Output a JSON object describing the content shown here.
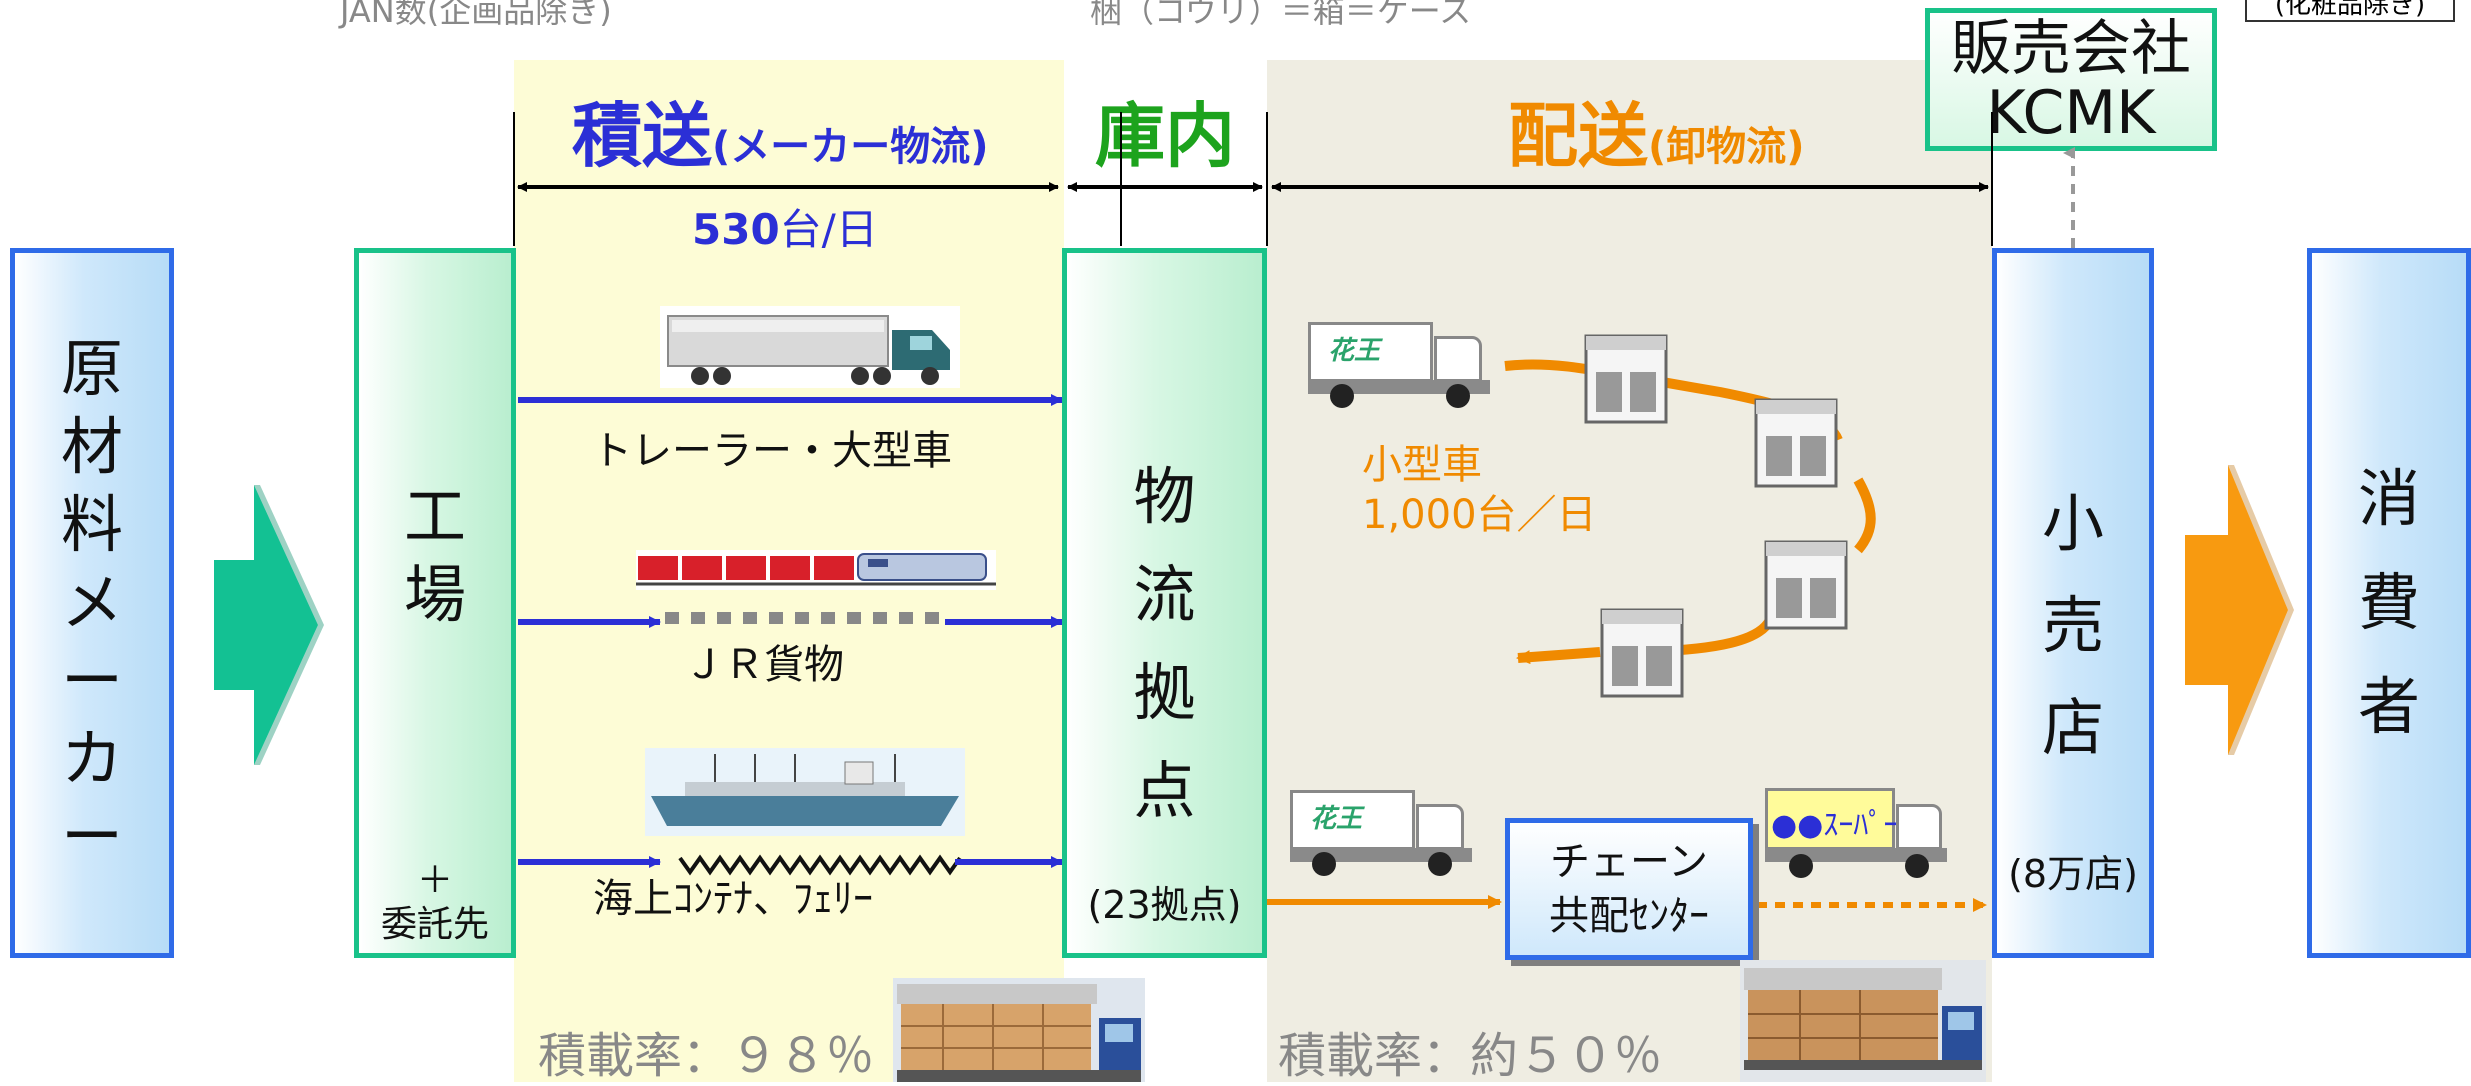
{
  "header_left": "JAN数(企画品除き)",
  "header_mid": "梱（コウリ）＝箱＝ケース",
  "header_right": "(化粧品除き)",
  "sales_company": {
    "line1": "販売会社",
    "line2": "KCMK"
  },
  "sections": {
    "sekisou": {
      "title": "積送",
      "sub": "(メーカー物流)"
    },
    "konai": {
      "title": "庫内"
    },
    "haisou": {
      "title": "配送",
      "sub": "(卸物流)"
    }
  },
  "trucks_per_day": {
    "num": "530",
    "unit": "台/日"
  },
  "columns": {
    "raw_maker": "原材料メーカー",
    "factory": "工場",
    "factory_sub": "＋\n委託先",
    "hub": "物流拠点",
    "hub_sub": "(23拠点)",
    "retail": "小売店",
    "retail_sub": "(8万店)",
    "consumer": "消費者"
  },
  "transport": {
    "trailer": "トレーラー・大型車",
    "jr": "ＪＲ貨物",
    "ship": "海上ｺﾝﾃﾅ、ﾌｪﾘｰ"
  },
  "small_truck": {
    "line1": "小型車",
    "line2": "1,000台／日"
  },
  "chain_center": {
    "line1": "チェーン",
    "line2": "共配ｾﾝﾀｰ"
  },
  "truck_brand": "花王",
  "super_label": "●●ｽｰﾊﾟｰ",
  "load_rate_left": "積載率：９８％",
  "load_rate_right": "積載率：約５０％",
  "colors": {
    "blue_accent": "#2b2fd6",
    "green_accent": "#1da31d",
    "orange_accent": "#f08a00",
    "yellow_bg": "#fdfcd6",
    "gray_bg": "#efede2"
  },
  "icons": [
    "trailer-truck-icon",
    "freight-train-icon",
    "container-ship-icon",
    "delivery-truck-icon",
    "store-icon",
    "wing-truck-photo"
  ]
}
